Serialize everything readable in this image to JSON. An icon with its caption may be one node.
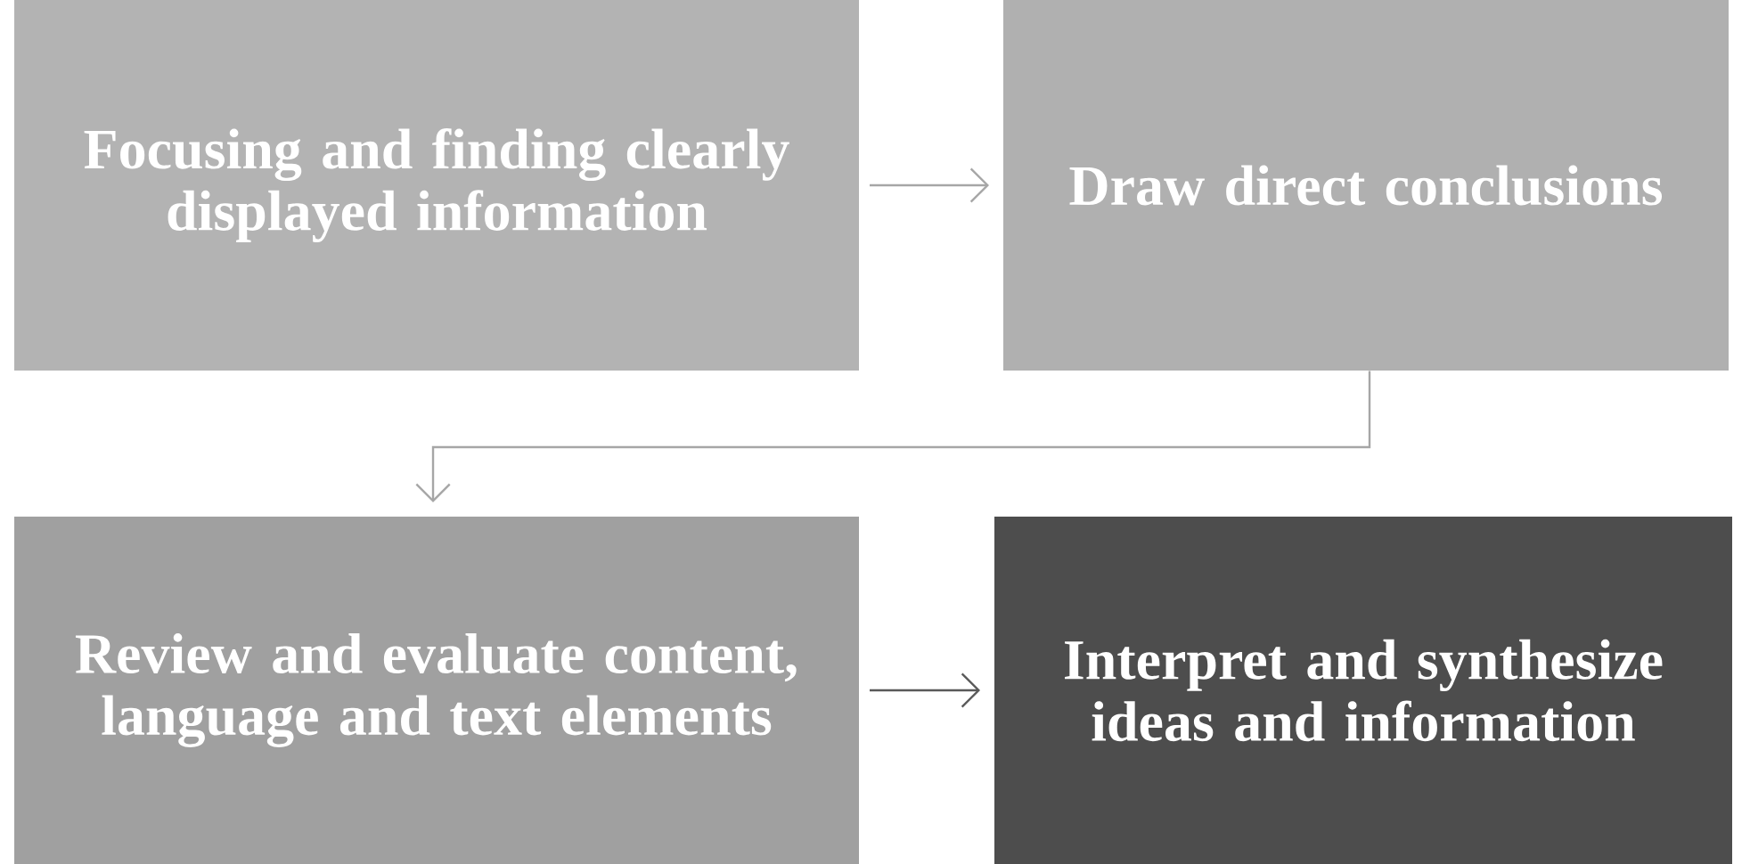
{
  "diagram": {
    "nodes": [
      {
        "text": [
          "Focusing and finding clearly displayed information"
        ]
      },
      {
        "text": [
          "Draw direct conclusions"
        ]
      },
      {
        "text": [
          "Review and evaluate content, language and text elements"
        ]
      },
      {
        "text": [
          "Interpret and synthesize ideas and information"
        ]
      }
    ],
    "edges": [
      {
        "from": 0,
        "to": 1,
        "arrow": "to"
      },
      {
        "from": 1,
        "to": 2,
        "arrow": "to"
      },
      {
        "from": 2,
        "to": 3,
        "arrow": "to",
        "color": "#595959"
      }
    ]
  }
}
